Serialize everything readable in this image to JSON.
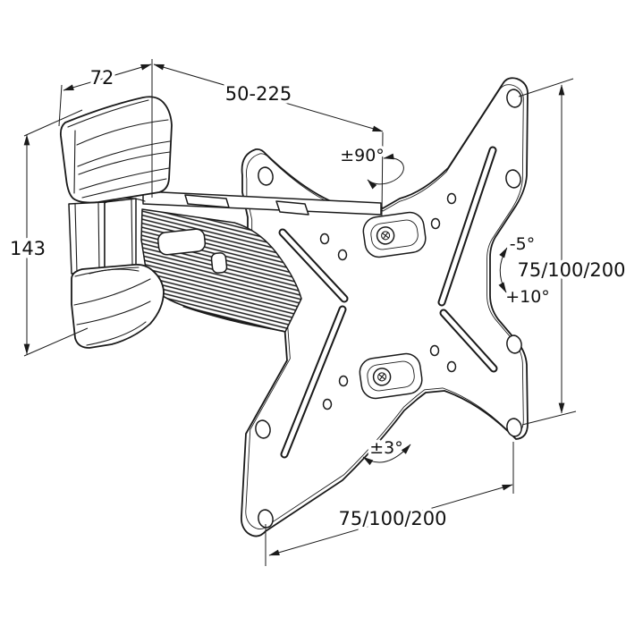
{
  "drawing": {
    "background": "#ffffff",
    "line_color": "#1a1a1a",
    "labels": {
      "bracket_depth": "72",
      "extension_range": "50-225",
      "bracket_height": "143",
      "swivel_angle": "±90°",
      "tilt_up_angle": "-5°",
      "tilt_down_angle": "+10°",
      "vesa_vertical": "75/100/200",
      "level_angle": "±3°",
      "vesa_horizontal": "75/100/200"
    }
  }
}
